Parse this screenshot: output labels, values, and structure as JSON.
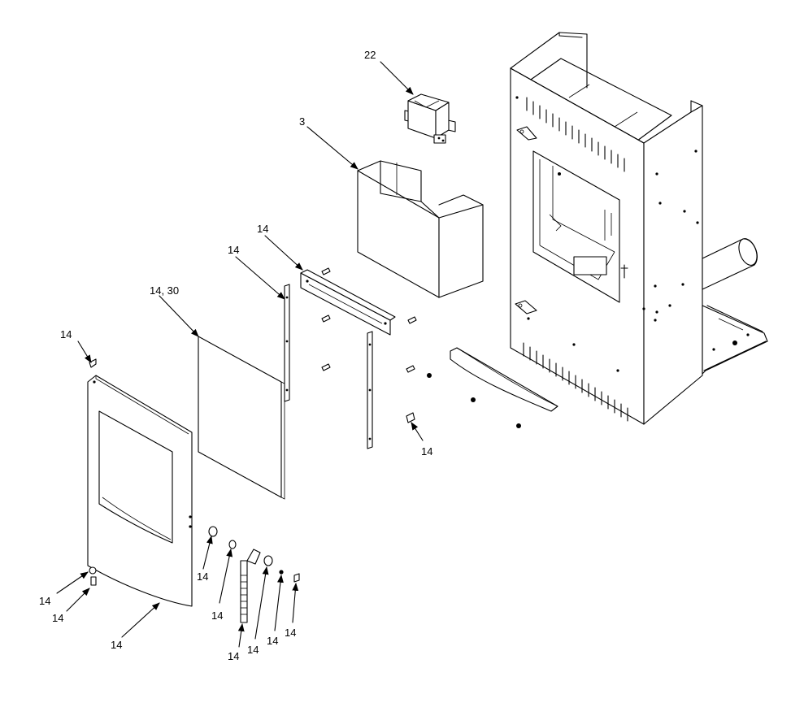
{
  "callouts": [
    {
      "id": "c22",
      "text": "22"
    },
    {
      "id": "c3",
      "text": "3"
    },
    {
      "id": "c14-top",
      "text": "14"
    },
    {
      "id": "c14-strip",
      "text": "14"
    },
    {
      "id": "c14-30",
      "text": "14, 30"
    },
    {
      "id": "c14-screw",
      "text": "14"
    },
    {
      "id": "c14-right",
      "text": "14"
    },
    {
      "id": "c14-nut",
      "text": "14"
    },
    {
      "id": "c14-bolt",
      "text": "14"
    },
    {
      "id": "c14-door",
      "text": "14"
    },
    {
      "id": "c14-washer1",
      "text": "14"
    },
    {
      "id": "c14-washer2",
      "text": "14"
    },
    {
      "id": "c14-handle",
      "text": "14"
    },
    {
      "id": "c14-hw1",
      "text": "14"
    },
    {
      "id": "c14-hw2",
      "text": "14"
    },
    {
      "id": "c14-hw3",
      "text": "14"
    }
  ]
}
